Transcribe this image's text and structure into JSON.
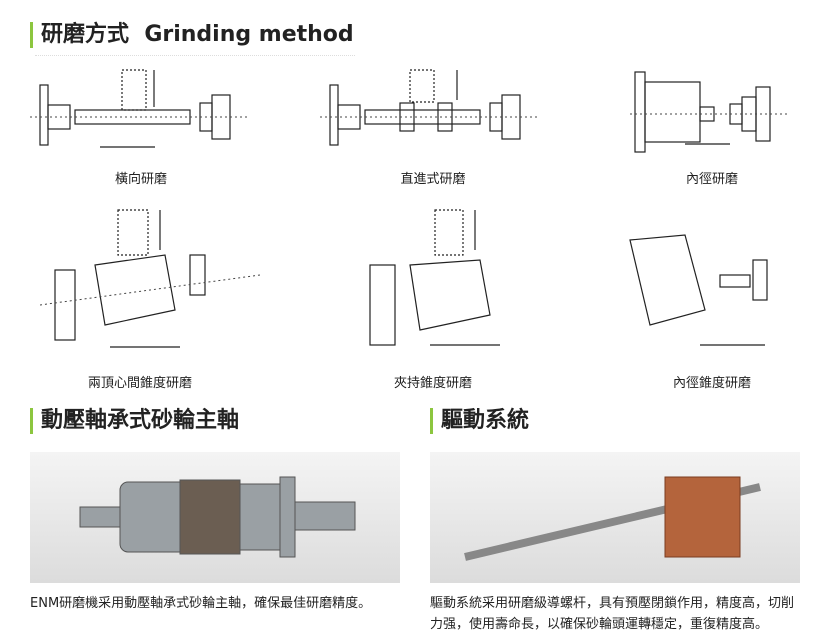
{
  "title": "研磨方式  Grinding method",
  "methods": [
    "橫向研磨",
    "直進式研磨",
    "內徑研磨",
    "兩頂心間錐度研磨",
    "夾持錐度研磨",
    "內徑錐度研磨"
  ],
  "spindle": {
    "heading": "動壓軸承式砂輪主軸",
    "text": "ENM研磨機采用動壓軸承式砂輪主軸，確保最佳研磨精度。"
  },
  "drive": {
    "heading": "驅動系統",
    "text": "驅動系統采用研磨級導螺杆，具有預壓閉鎖作用，精度高，切削力强，使用壽命長，以確保砂輪頭運轉穩定，重復精度高。"
  },
  "colors": {
    "accent": "#8cc63f"
  }
}
